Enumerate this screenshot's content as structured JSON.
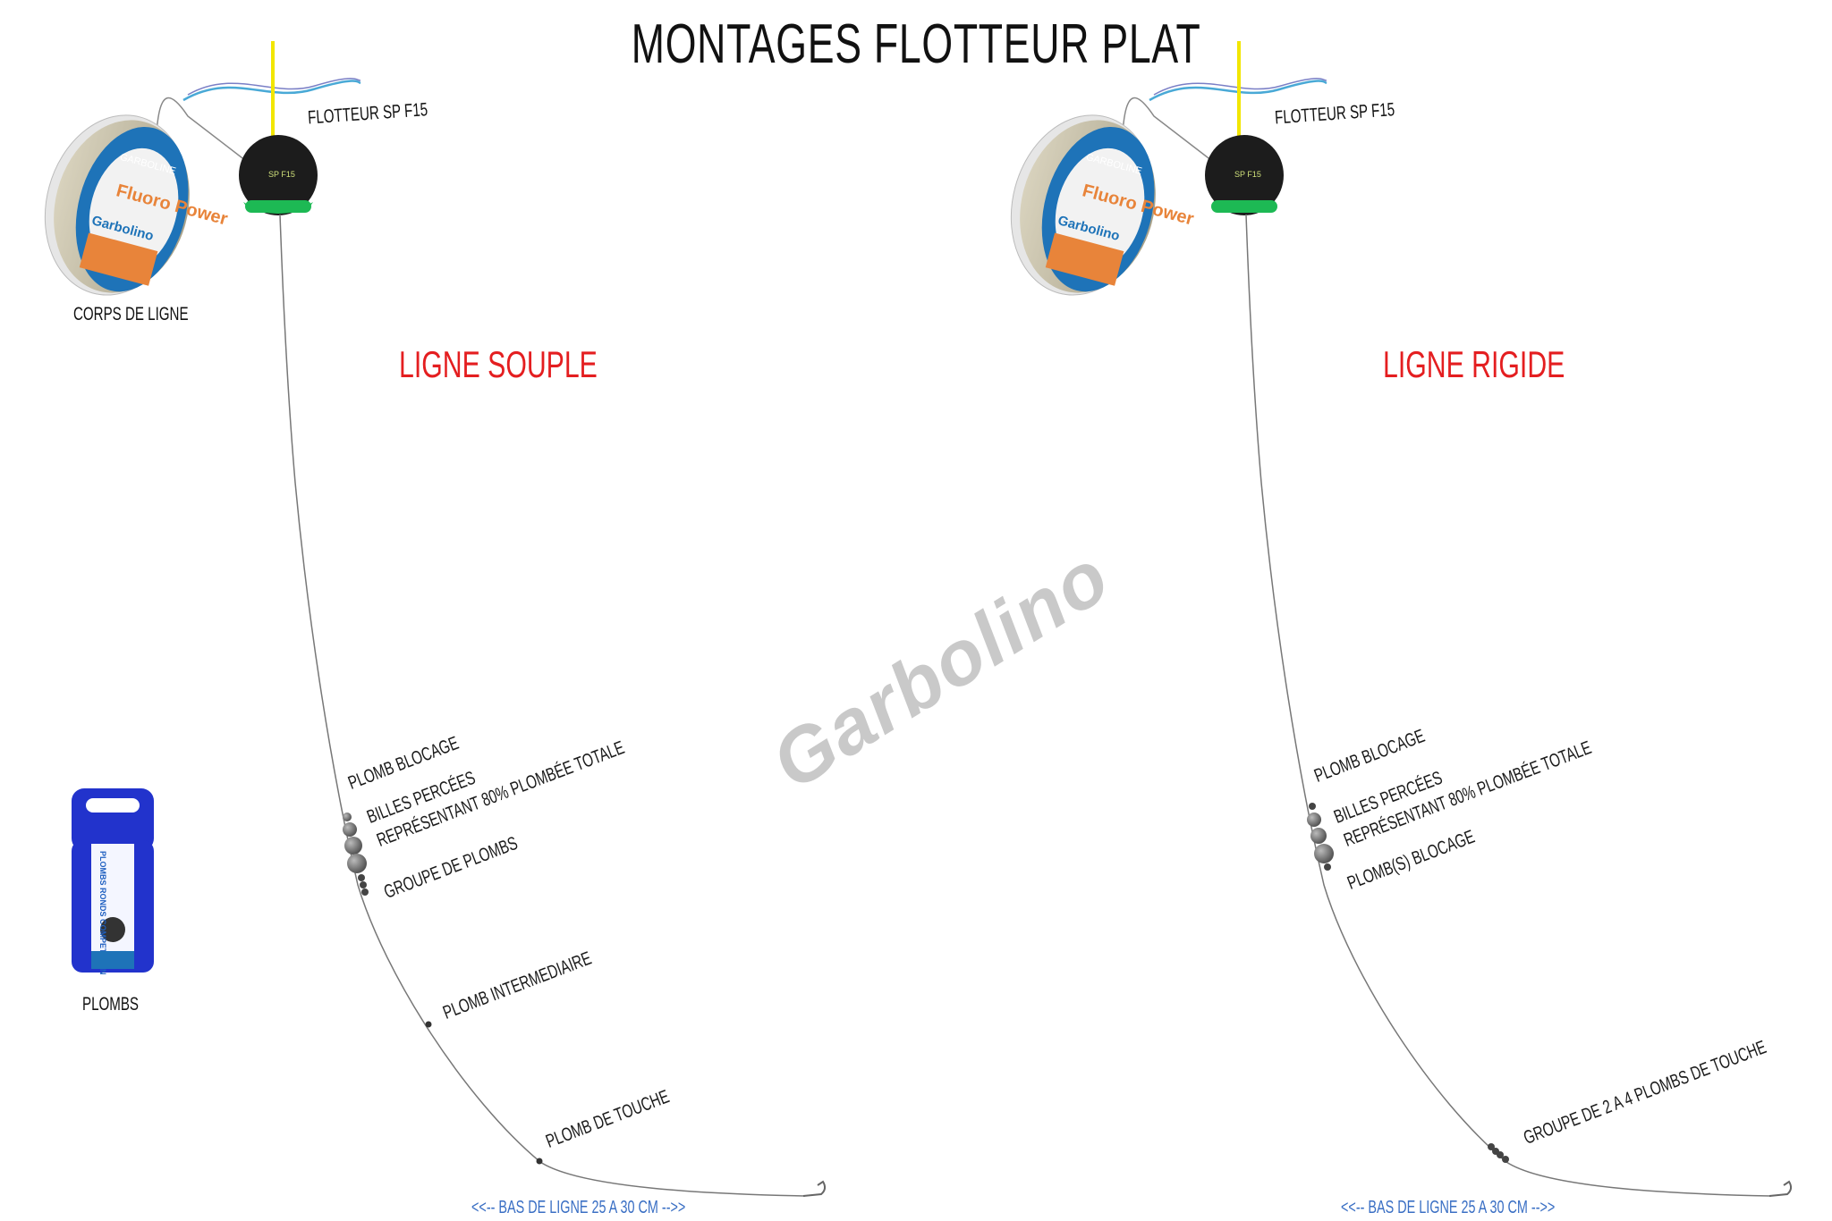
{
  "title": "MONTAGES FLOTTEUR PLAT",
  "watermark": "Garbolino",
  "left": {
    "heading": "LIGNE SOUPLE",
    "float_label": "FLOTTEUR SP F15",
    "float_marking": "SP F15",
    "spool_label": "CORPS DE LIGNE",
    "spool_brand": "GARBOLINE",
    "spool_product": "Fluoro Power",
    "spool_logo": "Garbolino",
    "pack_label": "PLOMBS",
    "pack_text": "PLOMBS RONDS COMPETITION",
    "labels": [
      "PLOMB BLOCAGE",
      "BILLES PERCÉES",
      "REPRÉSENTANT 80% PLOMBÉE TOTALE",
      "GROUPE DE PLOMBS",
      "PLOMB INTERMEDIAIRE",
      "PLOMB DE TOUCHE"
    ],
    "bottom_note": "<<-- BAS DE LIGNE 25 A 30 CM -->>"
  },
  "right": {
    "heading": "LIGNE RIGIDE",
    "float_label": "FLOTTEUR SP F15",
    "float_marking": "SP F15",
    "spool_brand": "GARBOLINE",
    "spool_product": "Fluoro Power",
    "spool_logo": "Garbolino",
    "labels": [
      "PLOMB BLOCAGE",
      "BILLES PERCÉES",
      "REPRÉSENTANT 80% PLOMBÉE TOTALE",
      "PLOMB(S) BLOCAGE",
      "GROUPE DE 2 A 4 PLOMBS DE TOUCHE"
    ],
    "bottom_note": "<<-- BAS DE LIGNE 25 A 30 CM -->>"
  },
  "colors": {
    "heading": "#e41e20",
    "note": "#3a6fc4",
    "antenna": "#f2e600",
    "float_body": "#1c1c1c",
    "float_band": "#1db954",
    "pack": "#2233cc"
  }
}
